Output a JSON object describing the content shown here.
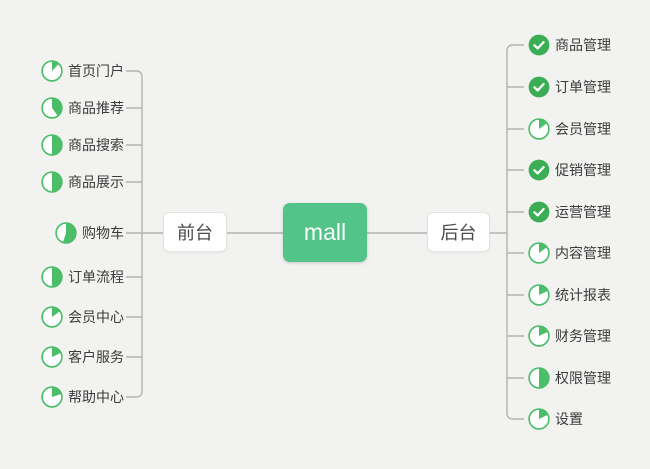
{
  "center": {
    "label": "mall"
  },
  "branches": {
    "front": {
      "label": "前台",
      "items": [
        {
          "label": "首页门户",
          "progress": 0.12
        },
        {
          "label": "商品推荐",
          "progress": 0.4
        },
        {
          "label": "商品搜索",
          "progress": 0.5
        },
        {
          "label": "商品展示",
          "progress": 0.5
        },
        {
          "label": "购物车",
          "progress": 0.55
        },
        {
          "label": "订单流程",
          "progress": 0.5
        },
        {
          "label": "会员中心",
          "progress": 0.15
        },
        {
          "label": "客户服务",
          "progress": 0.18
        },
        {
          "label": "帮助中心",
          "progress": 0.2
        }
      ]
    },
    "back": {
      "label": "后台",
      "items": [
        {
          "label": "商品管理",
          "progress": 1
        },
        {
          "label": "订单管理",
          "progress": 1
        },
        {
          "label": "会员管理",
          "progress": 0.15
        },
        {
          "label": "促销管理",
          "progress": 1
        },
        {
          "label": "运营管理",
          "progress": 1
        },
        {
          "label": "内容管理",
          "progress": 0.15
        },
        {
          "label": "统计报表",
          "progress": 0.18
        },
        {
          "label": "财务管理",
          "progress": 0.18
        },
        {
          "label": "权限管理",
          "progress": 0.5
        },
        {
          "label": "设置",
          "progress": 0.18
        }
      ]
    }
  },
  "colors": {
    "background": "#f2f2f0",
    "root_green": "#52c389",
    "check_green": "#3aad55",
    "pie_green": "#4cbd68",
    "line_gray": "#b3b3b3",
    "text_dark": "#3c3c3c"
  }
}
